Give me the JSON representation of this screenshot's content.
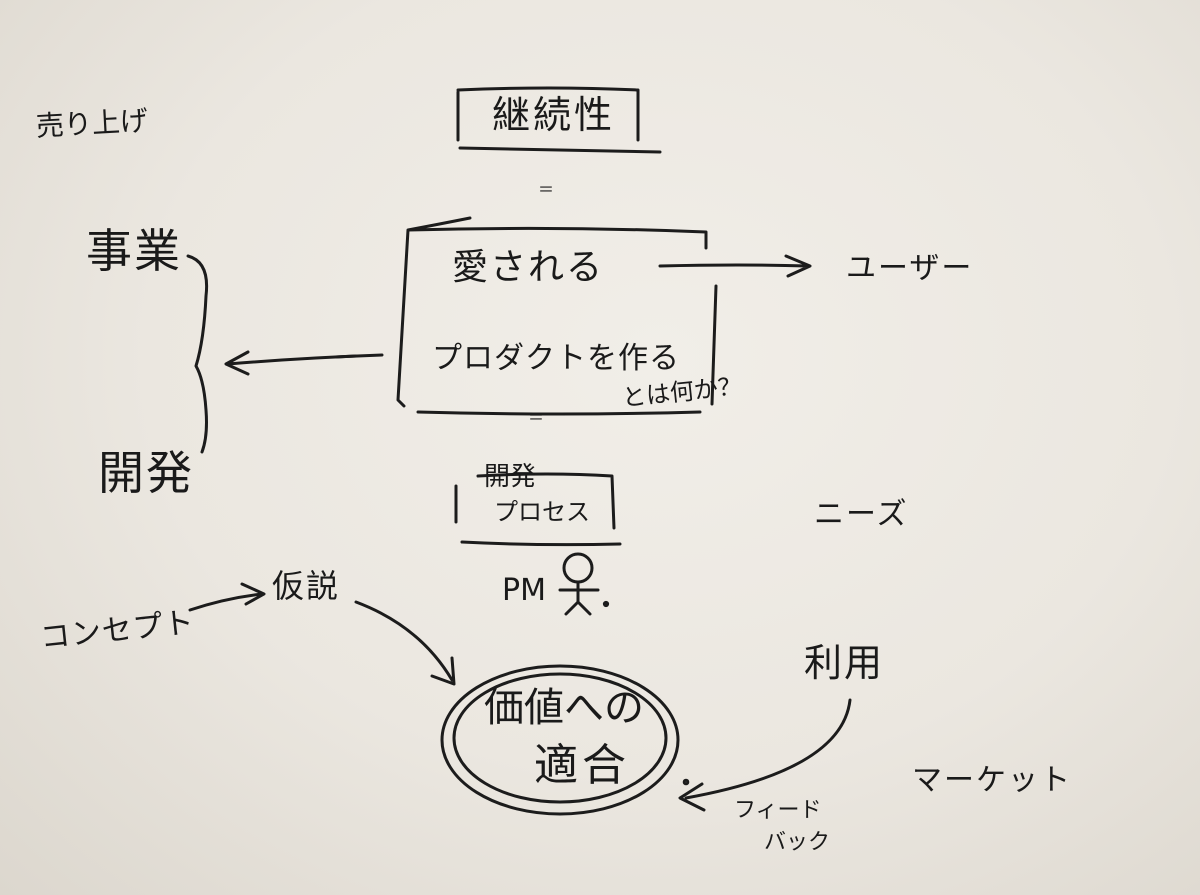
{
  "labels": {
    "sales": "売り上げ",
    "continuity": "継続性",
    "equals_top": "＝",
    "loved": "愛される",
    "make_product": "プロダクトを作る",
    "what_is": "とは何か？",
    "equals_bottom": "＝",
    "user": "ユーザー",
    "business": "事業",
    "development": "開発",
    "dev_process_line1": "開発",
    "dev_process_line2": "プロセス",
    "pm": "PM",
    "needs": "ニーズ",
    "concept": "コンセプト",
    "hypothesis": "仮説",
    "value_fit_line1": "価値への",
    "value_fit_line2": "適合",
    "usage": "利用",
    "market": "マーケット",
    "feedback_line1": "フィード",
    "feedback_line2": "バック"
  }
}
